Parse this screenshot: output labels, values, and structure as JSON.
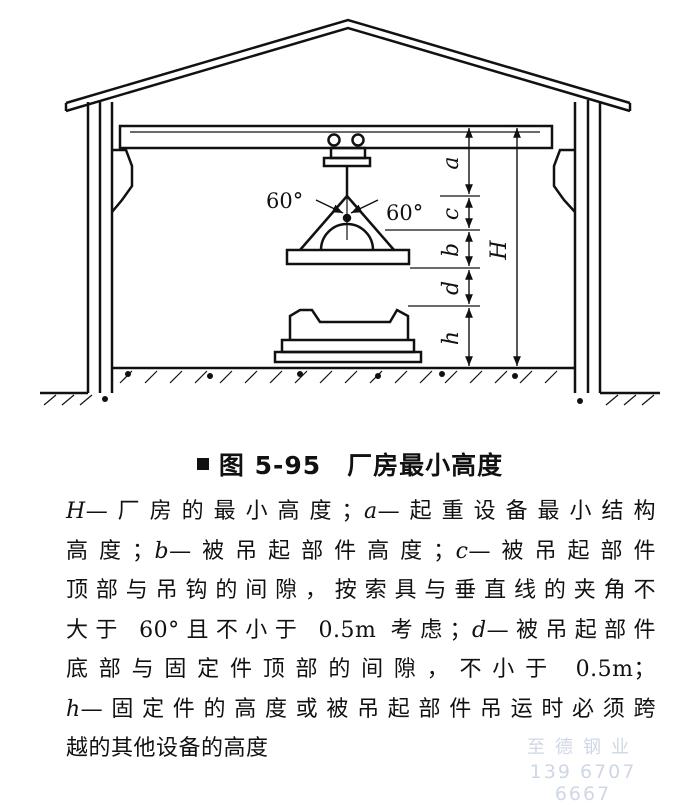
{
  "figure": {
    "angle_left": "60°",
    "angle_right": "60°",
    "dim_a": "a",
    "dim_c": "c",
    "dim_b": "b",
    "dim_d": "d",
    "dim_h": "h",
    "dim_H": "H"
  },
  "caption": {
    "number": "图 5-95",
    "title": "厂房最小高度"
  },
  "description": {
    "lines": [
      [
        "H",
        "—厂房的最小高度；",
        "a",
        "—起重设备最小结构"
      ],
      [
        "高度；",
        "b",
        "—被吊起部件高度；",
        "c",
        "—被吊起部件"
      ],
      [
        "顶部与吊钩的间隙，按索具与垂直线的夹角不"
      ],
      [
        "大于 60°且不小于 0.5m 考虑；",
        "d",
        "—被吊起部件"
      ],
      [
        "底部与固定件顶部的间隙，不小于 0.5m；"
      ],
      [
        "h",
        "—固定件的高度或被吊起部件吊运时必须跨"
      ],
      [
        "越的其他设备的高度"
      ]
    ]
  },
  "watermark": {
    "name": "至德钢业",
    "phone": "139 6707 6667"
  }
}
